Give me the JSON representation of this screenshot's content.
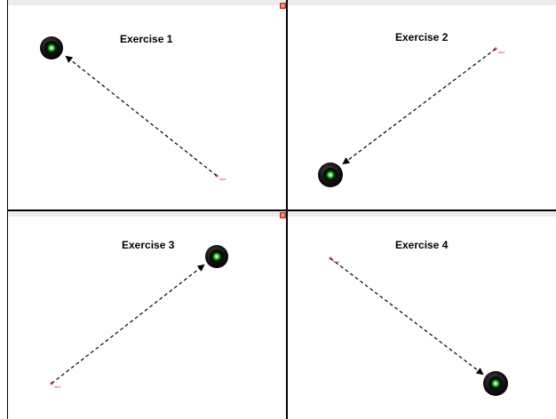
{
  "window_controls": {
    "close_symbol": "x"
  },
  "exercises": [
    {
      "title": "Exercise 1",
      "start_label": "Start",
      "direction": "up-left"
    },
    {
      "title": "Exercise 2",
      "start_label": "Start",
      "direction": "down-left"
    },
    {
      "title": "Exercise 3",
      "start_label": "Start",
      "direction": "up-right"
    },
    {
      "title": "Exercise 4",
      "start_label": "Start",
      "direction": "down-right"
    }
  ],
  "colors": {
    "target_outer": "#0a0a0a",
    "target_inner": "#37e03a",
    "start_marker": "#cc0000",
    "grid_line": "#000000",
    "panel_bar": "#ececec",
    "close_button": "#e25b3a"
  }
}
